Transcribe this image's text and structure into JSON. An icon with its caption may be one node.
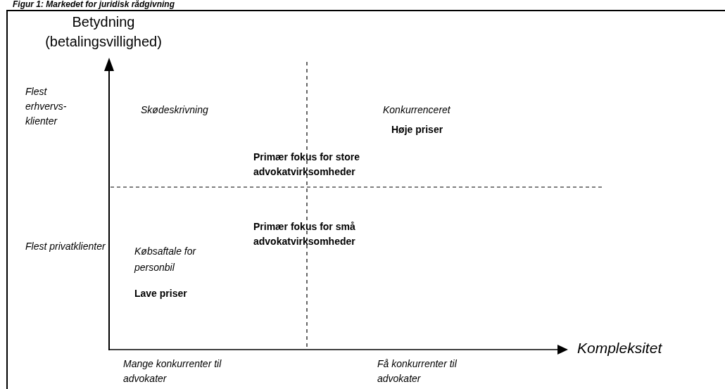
{
  "diagram": {
    "title": "Figur 1: Markedet for juridisk rådgivning",
    "labels": [
      "Betydning (betalingsvillighed)",
      "Flest erhvervs- klienter",
      "Skødeskrivning",
      "Konkurrenceret",
      "Høje priser",
      "Primær fokus for store advokatvirksomheder",
      "Primær fokus for små advokatvirksomheder",
      "Flest privatklienter",
      "Købsaftale for personbil",
      "Lave priser",
      "Kompleksitet",
      "Mange konkurrenter til advokater",
      "Få konkurrenter til advokater"
    ]
  }
}
